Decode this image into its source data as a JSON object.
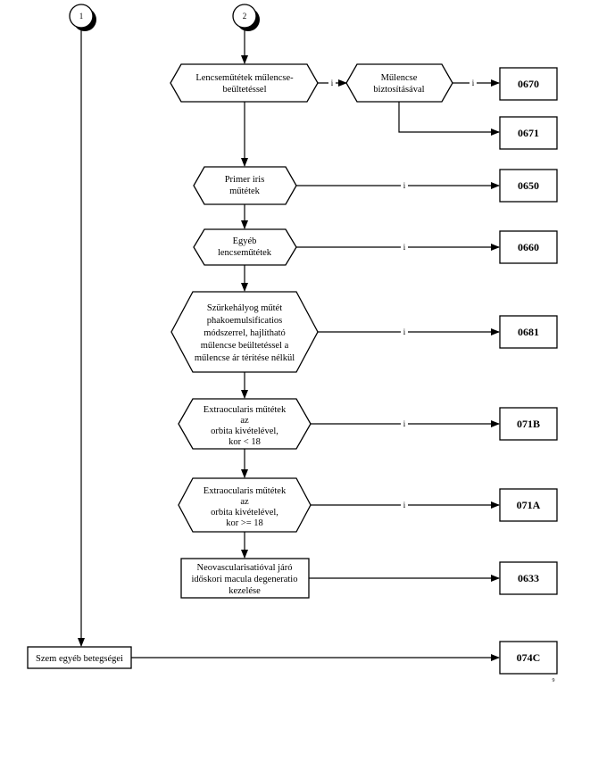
{
  "connectors": [
    {
      "id": "1",
      "label": "1"
    },
    {
      "id": "2",
      "label": "2"
    }
  ],
  "decisions": {
    "lencse_mulencse": [
      "Lencseműtétek műlencse-",
      "beültetéssel"
    ],
    "mulencse_biztositasaval": [
      "Műlencse",
      "biztosításával"
    ],
    "primer_iris": [
      "Primer iris",
      "műtétek"
    ],
    "egyeb_lencse": [
      "Egyéb",
      "lencseműtétek"
    ],
    "szurkehalyog": [
      "Szürkehályog műtét",
      "phakoemulsificatios",
      "módszerrel, hajlítható",
      "műlencse beültetéssel a",
      "műlencse ár térítése nélkül"
    ],
    "extraocularis_lt18": [
      "Extraocularis műtétek",
      "az",
      "orbita  kivételével,",
      "kor < 18"
    ],
    "extraocularis_ge18": [
      "Extraocularis műtétek",
      "az",
      "orbita  kivételével,",
      "kor >= 18"
    ]
  },
  "processes": {
    "neovascularisatio": [
      "Neovascularisatióval járó",
      "időskori macula degeneratio",
      "kezelése"
    ],
    "szem_egyeb": [
      "Szem egyéb betegségei"
    ]
  },
  "codes": {
    "c0670": "0670",
    "c0671": "0671",
    "c0650": "0650",
    "c0660": "0660",
    "c0681": "0681",
    "c071B": "071B",
    "c071A": "071A",
    "c0633": "0633",
    "c074C": "074C"
  },
  "edge_label": "i",
  "footnote": "9"
}
